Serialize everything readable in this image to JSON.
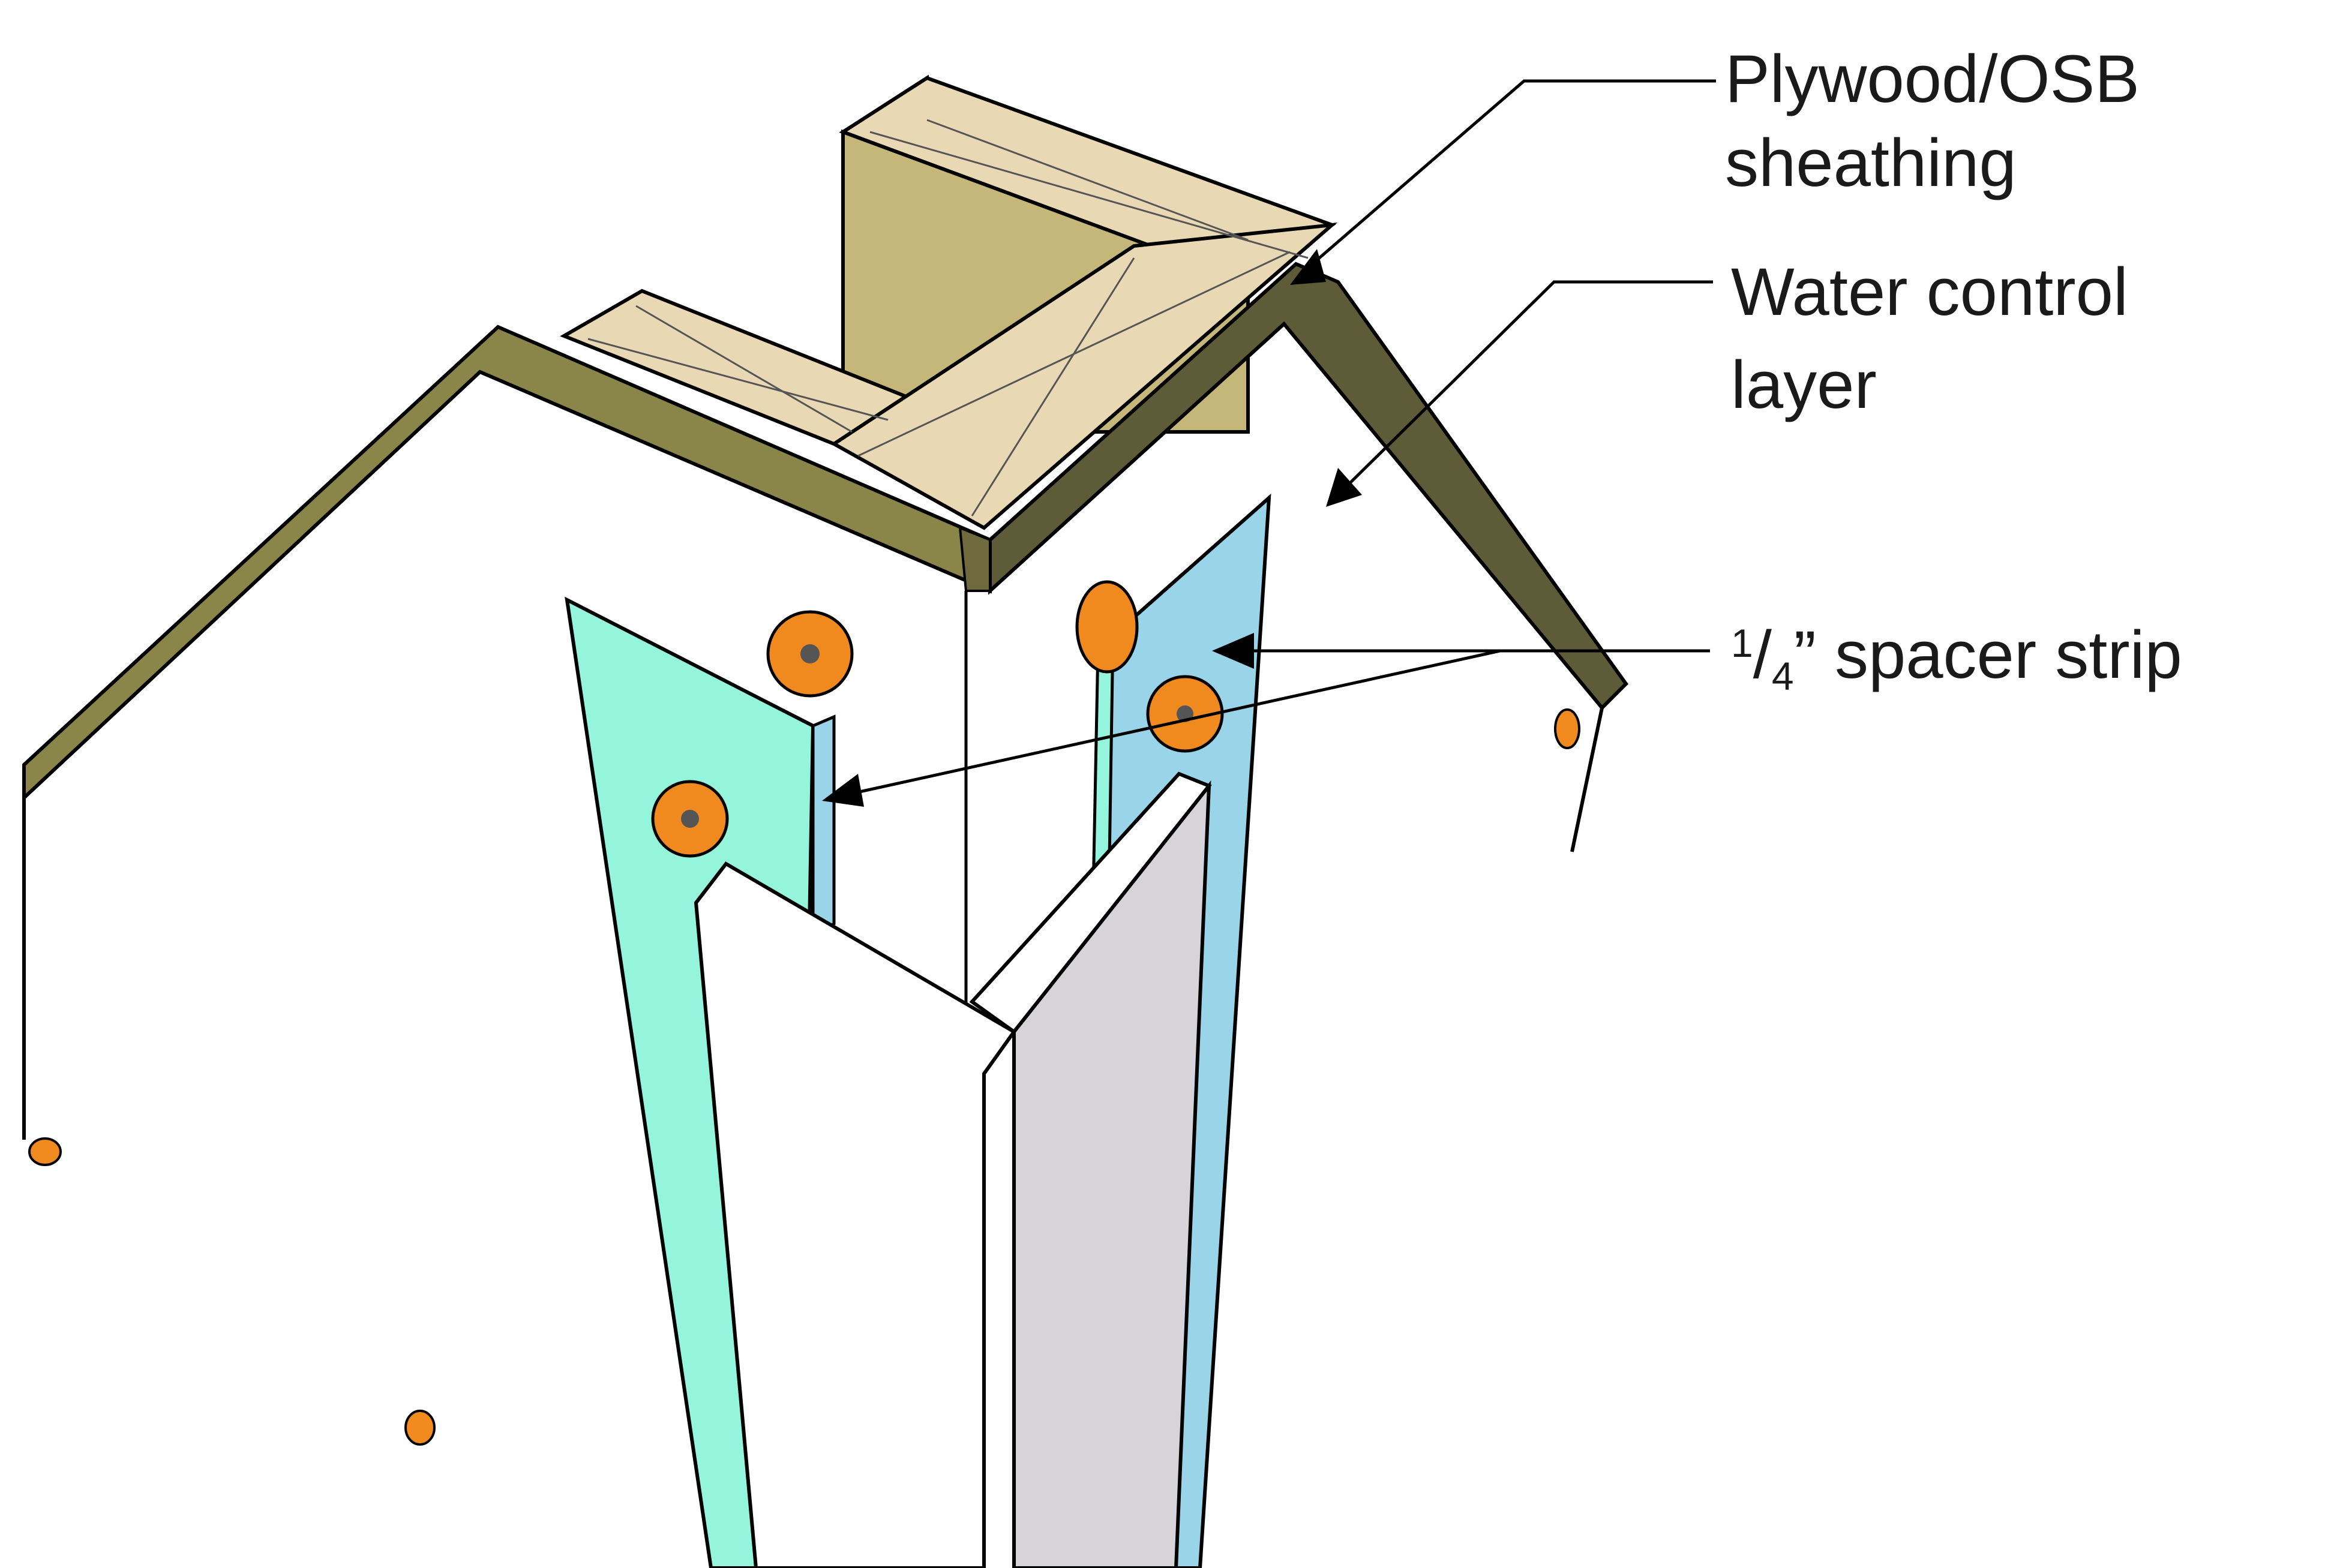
{
  "labels": {
    "sheathing_line1": "Plywood/OSB",
    "sheathing_line2": "sheathing",
    "water_line1": "Water control",
    "water_line2": "layer",
    "spacer_num": "1",
    "spacer_slash": "/",
    "spacer_den": "4",
    "spacer_text": "” spacer strip"
  },
  "colors": {
    "sheathing_edge": "#8a8548",
    "sheathing_dark": "#5e5b38",
    "stud_face": "#e8d9b4",
    "stud_side": "#c4b779",
    "spacer_left": "#94f5dc",
    "spacer_right": "#9ad4e8",
    "fastener": "#f08a1e",
    "trim_left": "#ffffff",
    "trim_right": "#d6d4d9"
  }
}
